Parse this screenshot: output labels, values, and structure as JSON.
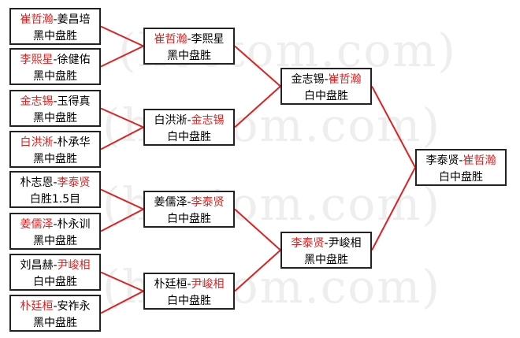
{
  "colors": {
    "winner": "#e02020",
    "connector": "#e02020",
    "border": "#222222",
    "text": "#000000"
  },
  "watermark": "(hoetom.com)",
  "round1": [
    {
      "p1": "崔哲瀚",
      "p2": "姜昌培",
      "winner": "p1",
      "result": "黑中盘胜"
    },
    {
      "p1": "李熙星",
      "p2": "徐健佑",
      "winner": "p1",
      "result": "黑中盘胜"
    },
    {
      "p1": "金志锡",
      "p2": "玉得真",
      "winner": "p1",
      "result": "黑中盘胜"
    },
    {
      "p1": "白洪淅",
      "p2": "朴承华",
      "winner": "p1",
      "result": "黑中盘胜"
    },
    {
      "p1": "朴志恩",
      "p2": "李泰贤",
      "winner": "p2",
      "result": "白胜1.5目"
    },
    {
      "p1": "姜儒泽",
      "p2": "朴永训",
      "winner": "p1",
      "result": "黑中盘胜"
    },
    {
      "p1": "刘昌赫",
      "p2": "尹峻相",
      "winner": "p2",
      "result": "白中盘胜"
    },
    {
      "p1": "朴廷桓",
      "p2": "安祚永",
      "winner": "p1",
      "result": "黑中盘胜"
    }
  ],
  "round2": [
    {
      "p1": "崔哲瀚",
      "p2": "李熙星",
      "winner": "p1",
      "result": "黑中盘胜"
    },
    {
      "p1": "白洪淅",
      "p2": "金志锡",
      "winner": "p2",
      "result": "白中盘胜"
    },
    {
      "p1": "姜儒泽",
      "p2": "李泰贤",
      "winner": "p2",
      "result": "白中盘胜"
    },
    {
      "p1": "朴廷桓",
      "p2": "尹峻相",
      "winner": "p2",
      "result": "白中盘胜"
    }
  ],
  "round3": [
    {
      "p1": "金志锡",
      "p2": "崔哲瀚",
      "winner": "p2",
      "result": "白中盘胜"
    },
    {
      "p1": "李泰贤",
      "p2": "尹峻相",
      "winner": "p1",
      "result": "黑中盘胜"
    }
  ],
  "final": [
    {
      "p1": "李泰贤",
      "p2": "崔哲瀚",
      "winner": "p2",
      "result": "白中盘胜"
    }
  ]
}
